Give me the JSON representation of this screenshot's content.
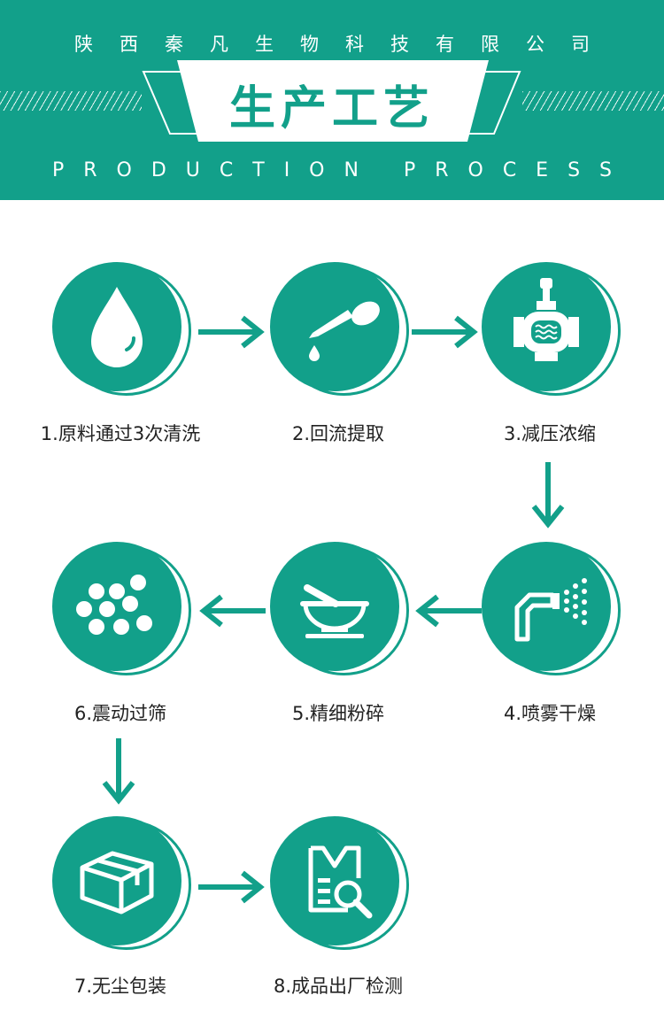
{
  "header": {
    "company": "陕西秦凡生物科技有限公司",
    "title": "生产工艺",
    "subtitle": "PRODUCTION PROCESS"
  },
  "colors": {
    "brand": "#12a08a",
    "text": "#222222",
    "background": "#ffffff"
  },
  "steps": [
    {
      "label": "1.原料通过3次清洗",
      "icon": "water-drop-icon"
    },
    {
      "label": "2.回流提取",
      "icon": "dropper-icon"
    },
    {
      "label": "3.减压浓缩",
      "icon": "concentrator-icon"
    },
    {
      "label": "4.喷雾干燥",
      "icon": "spray-nozzle-icon"
    },
    {
      "label": "5.精细粉碎",
      "icon": "mortar-pestle-icon"
    },
    {
      "label": "6.震动过筛",
      "icon": "particles-icon"
    },
    {
      "label": "7.无尘包装",
      "icon": "box-icon"
    },
    {
      "label": "8.成品出厂检测",
      "icon": "document-search-icon"
    }
  ]
}
